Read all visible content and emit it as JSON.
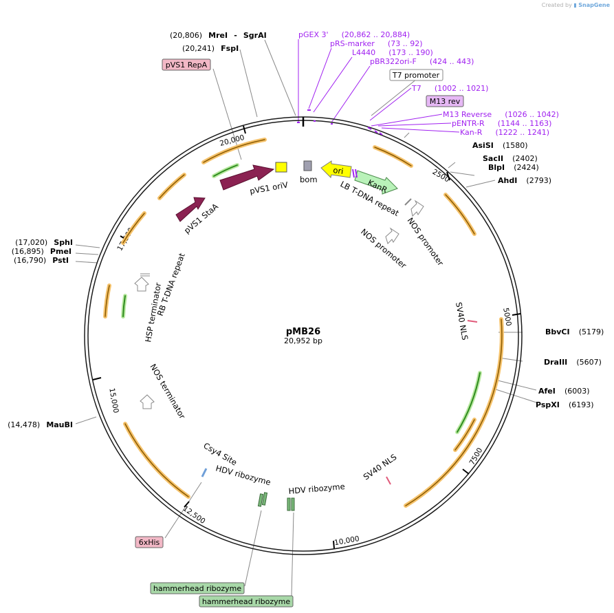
{
  "credit": {
    "prefix": "Created by",
    "brand": "SnapGene"
  },
  "plasmid": {
    "name": "pMB26",
    "length": "20,952 bp"
  },
  "ticks": [
    {
      "label": "2500"
    },
    {
      "label": "5000"
    },
    {
      "label": "7500"
    },
    {
      "label": "10,000"
    },
    {
      "label": "12,500"
    },
    {
      "label": "15,000"
    },
    {
      "label": "17,500"
    },
    {
      "label": "20,000"
    }
  ],
  "enzymes": [
    {
      "pos": "(20,806)",
      "name": "MreI",
      "extra": "SgrAI"
    },
    {
      "pos": "(20,241)",
      "name": "FspI"
    },
    {
      "name": "AsiSI",
      "pos": "(1580)"
    },
    {
      "name": "SacII",
      "pos": "(2402)"
    },
    {
      "name": "BlpI",
      "pos": "(2424)"
    },
    {
      "name": "AhdI",
      "pos": "(2793)"
    },
    {
      "name": "BbvCI",
      "pos": "(5179)"
    },
    {
      "name": "DraIII",
      "pos": "(5607)"
    },
    {
      "name": "AfeI",
      "pos": "(6003)"
    },
    {
      "name": "PspXI",
      "pos": "(6193)"
    },
    {
      "pos": "(17,020)",
      "name": "SphI"
    },
    {
      "pos": "(16,895)",
      "name": "PmeI"
    },
    {
      "pos": "(16,790)",
      "name": "PstI"
    },
    {
      "pos": "(14,478)",
      "name": "MauBI"
    }
  ],
  "primers": [
    {
      "name": "pGEX 3'",
      "range": "(20,862 .. 20,884)"
    },
    {
      "name": "pRS-marker",
      "range": "(73 .. 92)"
    },
    {
      "name": "L4440",
      "range": "(173 .. 190)"
    },
    {
      "name": "pBR322ori-F",
      "range": "(424 .. 443)"
    },
    {
      "name": "T7",
      "range": "(1002 .. 1021)"
    },
    {
      "name": "M13 Reverse",
      "range": "(1026 .. 1042)"
    },
    {
      "name": "pENTR-R",
      "range": "(1144 .. 1163)"
    },
    {
      "name": "Kan-R",
      "range": "(1222 .. 1241)"
    }
  ],
  "boxed_labels": {
    "t7_promoter": "T7 promoter",
    "m13_rev": "M13 rev",
    "pvs1_repa": "pVS1 RepA",
    "his6": "6xHis",
    "hammerhead_1": "hammerhead ribozyme",
    "hammerhead_2": "hammerhead ribozyme"
  },
  "features": {
    "ori": "ori",
    "kanr": "KanR",
    "bom": "bom",
    "pvs1_oriv": "pVS1 oriV",
    "pvs1_staa": "pVS1 StaA",
    "lb_repeat": "LB T-DNA repeat",
    "nos_promoter_1": "NOS promoter",
    "nos_promoter_2": "NOS promoter",
    "sv40_nls_1": "SV40 NLS",
    "sv40_nls_2": "SV40 NLS",
    "hdv_1": "HDV ribozyme",
    "hdv_2": "HDV ribozyme",
    "csy4": "Csy4 Site",
    "nos_terminator": "NOS terminator",
    "hsp_terminator": "HSP terminator",
    "rb_repeat": "RB T-DNA repeat"
  },
  "colors": {
    "backbone": "#1a1a1a",
    "cds_orange": "#f5c26b",
    "cds_orange_stroke": "#8a5a00",
    "green_arrow": "#2e8b1e",
    "primer_purple": "#a020f0",
    "ori_yellow": "#ffff00",
    "kanr_green": "#b9f2b9",
    "pvs1_maroon": "#8b2252",
    "bom_grey": "#a0a0b0",
    "pink_box": "#f2b8c6",
    "ribozyme_green": "#a8d8a8",
    "m13_box": "#e6b8f5"
  }
}
